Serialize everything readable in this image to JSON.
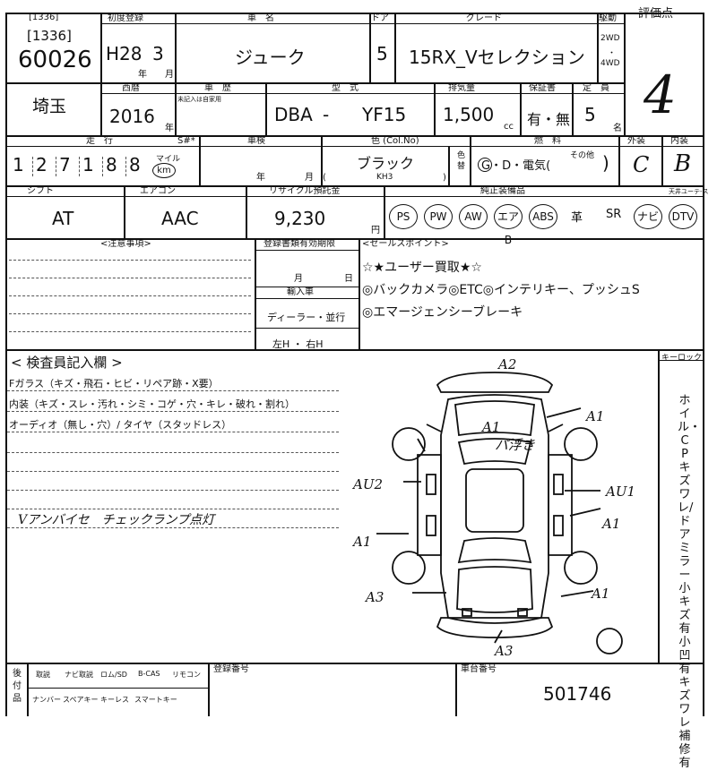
{
  "header": {
    "first_reg_label": "初度登録",
    "car_name_label": "車　名",
    "door_label": "ドア",
    "grade_label": "グレード",
    "drive_label": "駆動",
    "score_label": "評価点",
    "reg_year_label": "年",
    "reg_month_label": "月",
    "model_year_label": "西暦",
    "history_label": "車　歴",
    "type_label": "型　式",
    "displacement_label": "排気量",
    "warranty_label": "保証書",
    "capacity_label": "定　員",
    "mileage_label": "走　行",
    "s_label": "S#*",
    "inspection_label": "車検",
    "color_label": "色 (Col.No)",
    "fuel_label": "燃　料",
    "exterior_label": "外装",
    "interior_label": "内装",
    "shift_label": "シフト",
    "ac_label": "エアコン",
    "recycle_label": "リサイクル預託金",
    "equipment_label": "純正装備品",
    "caution_label": "<注意事項>",
    "reg_deadline_label": "登録書類有効期限",
    "import_label": "輸入車",
    "sales_point_label": "<セールスポイント>",
    "inspector_label": "< 検査員記入欄 >",
    "keylock_label": "キーロック",
    "lot_label": "車台番号",
    "reg_number_label": "登録番号"
  },
  "vehicle": {
    "lot_code": "[1336]",
    "lot_number": "60026",
    "first_reg_era": "H28",
    "first_reg_month": "3",
    "name": "ジューク",
    "doors": "5",
    "grade": "15RX_Vセレクション",
    "drive_2wd": "2WD",
    "drive_4wd": "4WD",
    "score": "4",
    "location": "埼玉",
    "model_year": "2016",
    "model_year_unit": "年",
    "history_note": "未記入は自家用",
    "type_prefix": "DBA",
    "type_dash": "-",
    "type_code": "YF15",
    "displacement": "1,500",
    "displacement_unit": "cc",
    "warranty": "有・無",
    "capacity": "5",
    "capacity_unit": "名",
    "mileage_digits": [
      "1",
      "2",
      "7",
      "1",
      "8",
      "8"
    ],
    "mileage_unit_mile": "マイル",
    "mileage_unit_km": "km",
    "inspection_year": "年",
    "inspection_month": "月",
    "color": "ブラック",
    "color_code": "KH3",
    "color_note": "色替",
    "fuel": "G・D・電気(",
    "fuel_other": "その他",
    "fuel_close": ")",
    "exterior_score": "C",
    "interior_score": "B",
    "shift": "AT",
    "ac": "AAC",
    "recycle_fee": "9,230",
    "recycle_unit": "円",
    "equipment": [
      "PS",
      "PW",
      "AW",
      "エアB",
      "ABS",
      "革",
      "SR",
      "ナビ",
      "DTV"
    ],
    "equipment_extra": "天井ユーテ-ス",
    "reg_month": "月",
    "reg_day": "日",
    "dealer": "ディーラー・並行",
    "steering": "左H ・ 右H",
    "sales_points": [
      "☆★ユーザー買取★☆",
      "◎バックカメラ◎ETC◎インテリキー、プッシュS",
      "◎エマージェンシーブレーキ"
    ],
    "inspector_lines": [
      "Fガラス（キズ・飛石・ヒビ・リペア跡・X要）",
      "内装（キズ・スレ・汚れ・シミ・コゲ・穴・キレ・破れ・割れ）",
      "オーディオ（無し・穴）/ タイヤ（スタッドレス）"
    ],
    "inspector_note": "Vアンバイセ　チェックランプ点灯",
    "side_note": "ホイル・CPキズワレ/ドアミラー小キズ有 小凹有 キズワレ補修有",
    "frame_number": "501746"
  },
  "diagram_marks": [
    "A2",
    "A1",
    "パ浮き",
    "A1",
    "AU2",
    "AU1",
    "A1",
    "A1",
    "A3",
    "A1",
    "A3"
  ],
  "footer_cells": [
    "取説",
    "ナビ取説",
    "ロム/SD",
    "B-CAS",
    "リモコン",
    "ナンバー",
    "スペアキー",
    "キーレス",
    "スマートキー"
  ],
  "footer_side": "後付品"
}
